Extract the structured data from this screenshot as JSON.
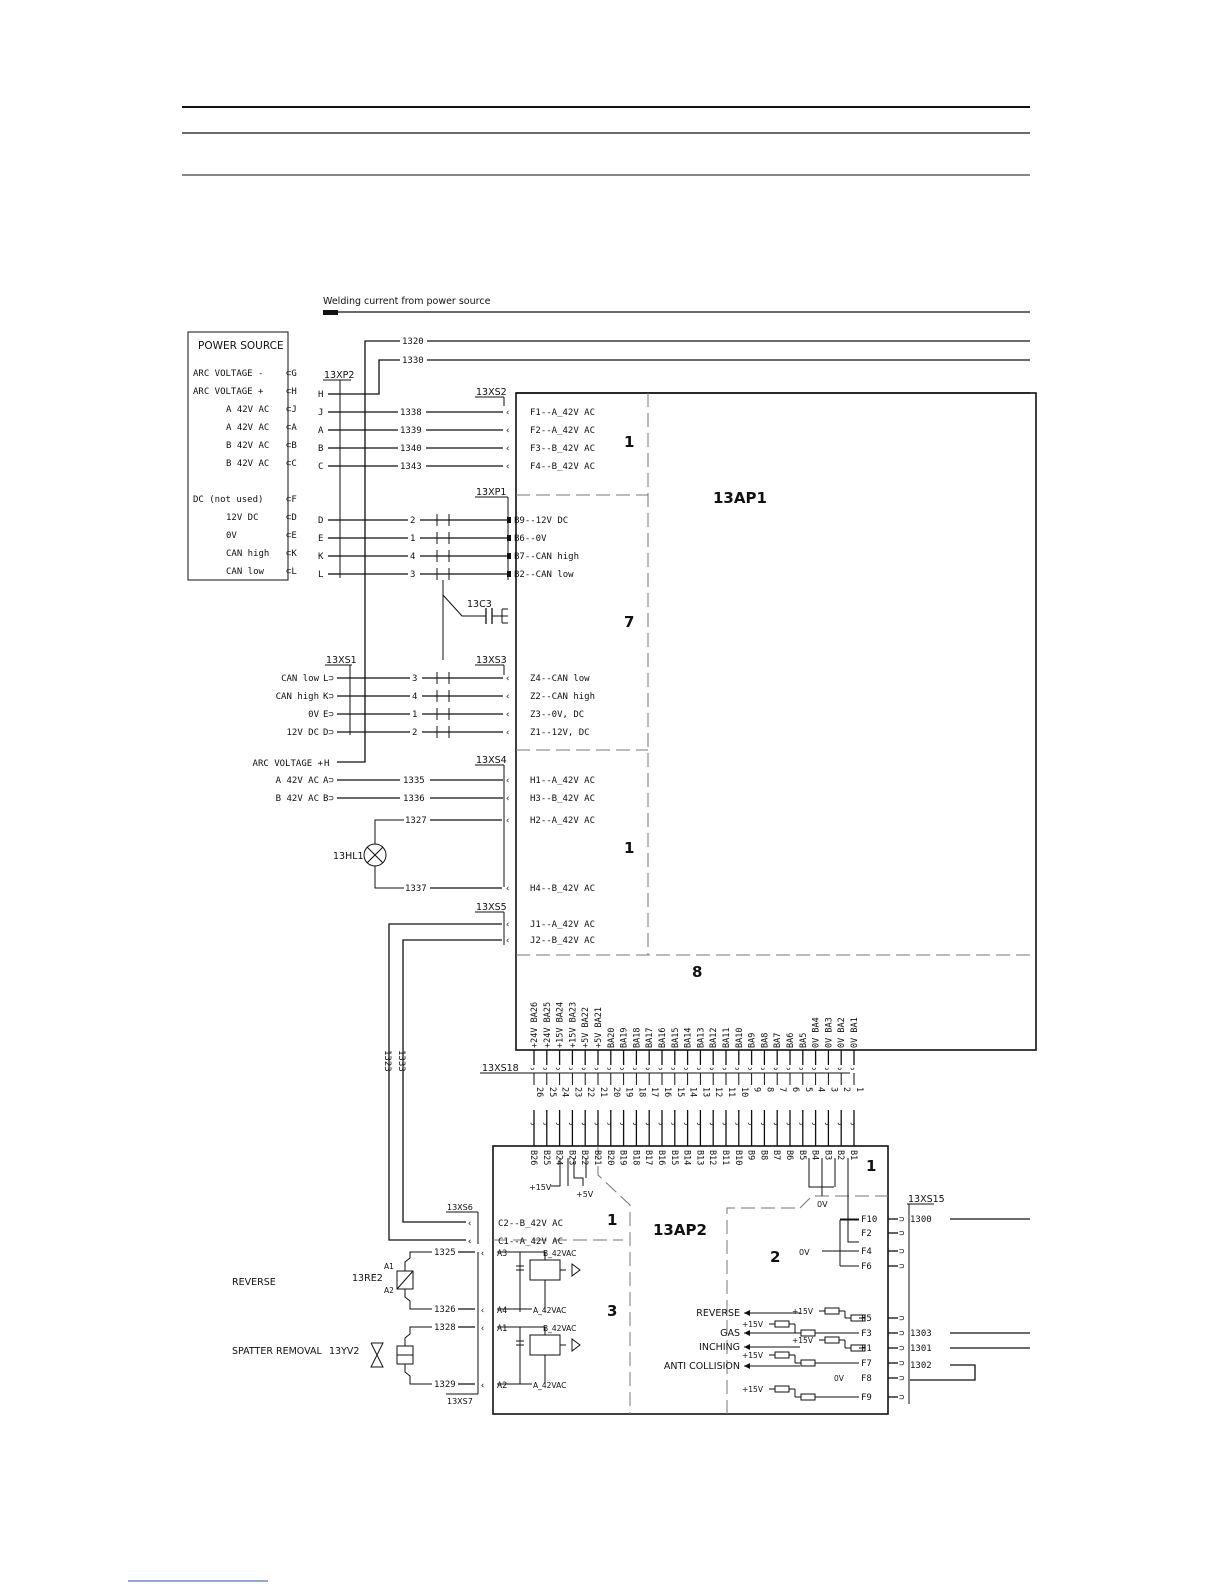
{
  "header": {
    "lines": 3
  },
  "top_bus": {
    "label": "Welding current from power source"
  },
  "wires_top": [
    "1320",
    "1330"
  ],
  "power_source": {
    "title": "POWER SOURCE",
    "pins": [
      {
        "label": "ARC VOLTAGE -",
        "pin": "G"
      },
      {
        "label": "ARC VOLTAGE +",
        "pin": "H"
      },
      {
        "label": "A 42V AC",
        "pin": "J"
      },
      {
        "label": "A 42V AC",
        "pin": "A"
      },
      {
        "label": "B 42V AC",
        "pin": "B"
      },
      {
        "label": "B 42V AC",
        "pin": "C"
      },
      {
        "label": "DC (not used)",
        "pin": "F"
      },
      {
        "label": "12V DC",
        "pin": "D"
      },
      {
        "label": "0V",
        "pin": "E"
      },
      {
        "label": "CAN high",
        "pin": "K"
      },
      {
        "label": "CAN low",
        "pin": "L"
      }
    ]
  },
  "connectors": {
    "xp2": "13XP2",
    "xs2": "13XS2",
    "xp1": "13XP1",
    "xs1": "13XS1",
    "xs3": "13XS3",
    "xs4": "13XS4",
    "xs5": "13XS5",
    "xs18": "13XS18",
    "xs6": "13XS6",
    "xs7": "13XS7",
    "xs15": "13XS15",
    "c3": "13C3"
  },
  "xp2_pins": [
    "H",
    "J",
    "A",
    "B",
    "C",
    "D",
    "E",
    "K",
    "L"
  ],
  "xs2_wires": [
    {
      "wire": "1338",
      "pin": "F1--A_42V AC"
    },
    {
      "wire": "1339",
      "pin": "F2--A_42V AC"
    },
    {
      "wire": "1340",
      "pin": "F3--B_42V AC"
    },
    {
      "wire": "1343",
      "pin": "F4--B_42V AC"
    }
  ],
  "xp1_wires": [
    {
      "wire": "2",
      "pin": "B9--12V DC"
    },
    {
      "wire": "1",
      "pin": "B6--0V"
    },
    {
      "wire": "4",
      "pin": "B7--CAN high"
    },
    {
      "wire": "3",
      "pin": "B2--CAN low"
    }
  ],
  "xs1_pins": [
    {
      "label": "CAN low",
      "pin": "L",
      "wire": "3",
      "target": "Z4--CAN low"
    },
    {
      "label": "CAN high",
      "pin": "K",
      "wire": "4",
      "target": "Z2--CAN high"
    },
    {
      "label": "0V",
      "pin": "E",
      "wire": "1",
      "target": "Z3--0V, DC"
    },
    {
      "label": "12V DC",
      "pin": "D",
      "wire": "2",
      "target": "Z1--12V, DC"
    }
  ],
  "xs1_arc": {
    "label": "ARC VOLTAGE +",
    "pin": "H"
  },
  "xs4_wires": [
    {
      "label": "A 42V AC",
      "pin": "A",
      "wire": "1335",
      "target": "H1--A_42V AC"
    },
    {
      "label": "B 42V AC",
      "pin": "B",
      "wire": "1336",
      "target": "H3--B_42V AC"
    }
  ],
  "lamp": {
    "name": "13HL1",
    "wire_a": "1327",
    "target_a": "H2--A_42V AC",
    "wire_b": "1337",
    "target_b": "H4--B_42V AC"
  },
  "xs5_pins": [
    "J1--A_42V AC",
    "J2--B_42V AC"
  ],
  "ap1": {
    "name": "13AP1",
    "sections": [
      "1",
      "7",
      "1",
      "8"
    ]
  },
  "ap1_bottom_pins": [
    "+24V BA26",
    "+24V BA25",
    "+15V BA24",
    "+15V BA23",
    "+5V BA22",
    "+5V BA21",
    "BA20",
    "BA19",
    "BA18",
    "BA17",
    "BA16",
    "BA15",
    "BA14",
    "BA13",
    "BA12",
    "BA11",
    "BA10",
    "BA9",
    "BA8",
    "BA7",
    "BA6",
    "BA5",
    "0V BA4",
    "0V BA3",
    "0V BA2",
    "0V BA1"
  ],
  "xs18_numbers": [
    "26",
    "25",
    "24",
    "23",
    "22",
    "21",
    "20",
    "19",
    "18",
    "17",
    "16",
    "15",
    "14",
    "13",
    "12",
    "11",
    "10",
    "9",
    "8",
    "7",
    "6",
    "5",
    "4",
    "3",
    "2",
    "1"
  ],
  "ap2_top_pins": [
    "B26",
    "B25",
    "B24",
    "B23",
    "B22",
    "B21",
    "B20",
    "B19",
    "B18",
    "B17",
    "B16",
    "B15",
    "B14",
    "B13",
    "B12",
    "B11",
    "B10",
    "B9",
    "B8",
    "B7",
    "B6",
    "B5",
    "B4",
    "B3",
    "B2",
    "B1"
  ],
  "ap2": {
    "name": "13AP2",
    "sections": [
      "1",
      "1",
      "2",
      "3"
    ],
    "rail_labels": [
      "+15V",
      "+5V",
      "0V",
      "0V"
    ],
    "xs6_pins": [
      "C2--B_42V AC",
      "C1--A_42V AC"
    ],
    "section3_pins": [
      "A3",
      "A4",
      "A1",
      "A2"
    ],
    "section3_labels": [
      "B_42VAC",
      "A_42VAC",
      "B_42VAC",
      "A_42VAC"
    ],
    "right_pins": [
      "F10",
      "F2",
      "F4",
      "F6",
      "F5",
      "F3",
      "F1",
      "F7",
      "F8",
      "F9"
    ],
    "signals": [
      "REVERSE",
      "GAS",
      "INCHING",
      "ANTI COLLISION"
    ],
    "res_labels": [
      "+15V",
      "+15V",
      "+15V",
      "+15V",
      "+15V"
    ]
  },
  "vertical_wires": [
    "1323",
    "1333"
  ],
  "coils": {
    "reverse": {
      "label": "REVERSE",
      "name": "13RE2",
      "a1": "A1",
      "a2": "A2",
      "wire_top": "1325",
      "wire_bot": "1326"
    },
    "spatter": {
      "label": "SPATTER REMOVAL",
      "name": "13YV2",
      "wire_top": "1328",
      "wire_bot": "1329"
    }
  },
  "xs15_wires": [
    "1300",
    "1303",
    "1301",
    "1302"
  ]
}
